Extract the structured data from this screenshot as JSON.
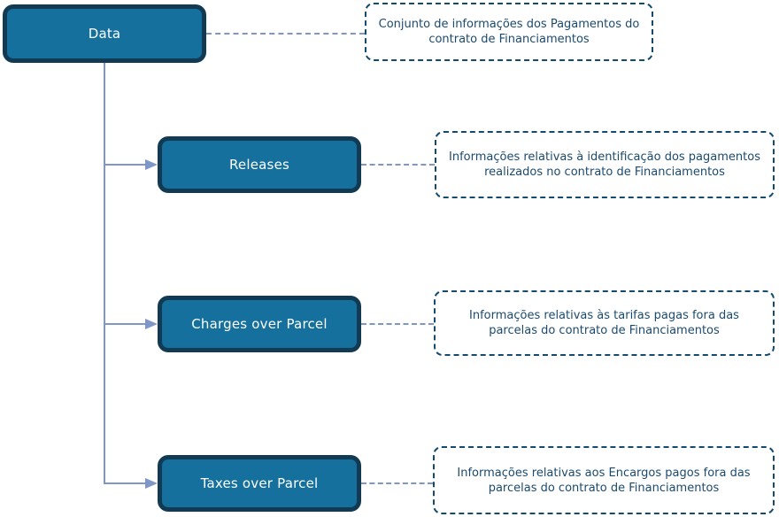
{
  "diagram": {
    "type": "hierarchy-tree",
    "nodes": [
      {
        "id": "data",
        "label": "Data",
        "parent": null,
        "description": "Conjunto de informações dos Pagamentos do contrato de Financiamentos"
      },
      {
        "id": "releases",
        "label": "Releases",
        "parent": "data",
        "description": "Informações relativas à identificação dos pagamentos realizados no contrato de Financiamentos"
      },
      {
        "id": "charges-over-parcel",
        "label": "Charges over Parcel",
        "parent": "data",
        "description": "Informações relativas às tarifas pagas fora das parcelas do contrato de Financiamentos"
      },
      {
        "id": "taxes-over-parcel",
        "label": "Taxes over Parcel",
        "parent": "data",
        "description": "Informações relativas aos Encargos pagos fora das parcelas do contrato de Financiamentos"
      }
    ],
    "colors": {
      "node_fill": "#15709e",
      "node_border": "#123a52",
      "node_text": "#ffffff",
      "connector": "#7e96c8",
      "annotation_border": "#124a70",
      "annotation_text": "#1b4a6f",
      "background": "#ffffff"
    }
  }
}
